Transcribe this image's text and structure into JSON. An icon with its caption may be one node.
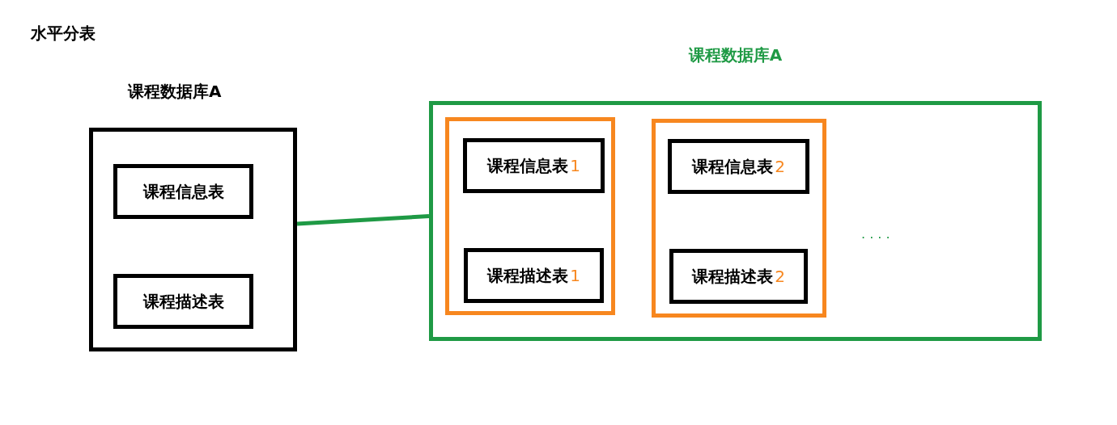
{
  "diagram": {
    "title": "水平分表",
    "nodes": [
      {
        "text": [
          "课程数据库A"
        ]
      },
      {
        "text": [
          "课程信息表"
        ],
        "in": 0
      },
      {
        "text": [
          "课程描述表"
        ],
        "in": 0
      },
      {
        "text": [
          "课程数据库A"
        ]
      },
      {
        "text": [],
        "shape": "box",
        "in": 3
      },
      {
        "text": [
          "课程信息表",
          "1"
        ],
        "in": 4
      },
      {
        "text": [
          "课程描述表",
          "1"
        ],
        "in": 4
      },
      {
        "text": [],
        "shape": "box",
        "in": 3
      },
      {
        "text": [
          "课程信息表",
          "2"
        ],
        "in": 7
      },
      {
        "text": [
          "课程描述表",
          "2"
        ],
        "in": 7
      }
    ],
    "edges": [
      {
        "from": 0,
        "to": 3,
        "arrow": "none",
        "color": "#1f9a45"
      }
    ],
    "labels": [
      "· · · ·"
    ]
  }
}
